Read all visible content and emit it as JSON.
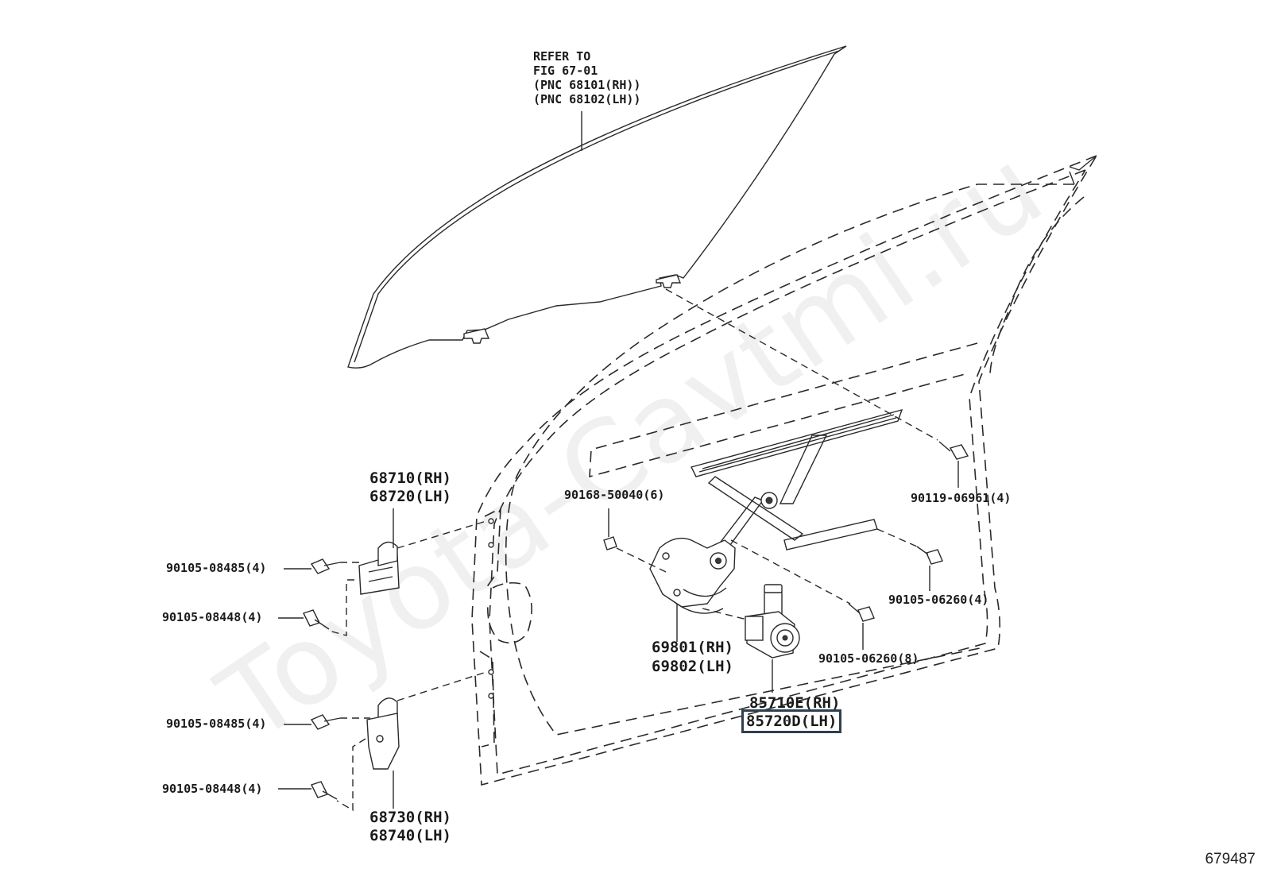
{
  "watermark": "Toyota-Cavtmi.ru",
  "figure_number": "679487",
  "reference_note": {
    "line1": "REFER TO",
    "line2": "FIG 67-01",
    "line3": "(PNC 68101(RH))",
    "line4": "(PNC 68102(LH))"
  },
  "labels": {
    "hinge_upper_rh": "68710(RH)",
    "hinge_upper_lh": "68720(LH)",
    "bolt_upper_a": "90105-08485(4)",
    "bolt_upper_b": "90105-08448(4)",
    "bolt_lower_a": "90105-08485(4)",
    "bolt_lower_b": "90105-08448(4)",
    "hinge_lower_rh": "68730(RH)",
    "hinge_lower_lh": "68740(LH)",
    "screw_regulator": "90168-50040(6)",
    "bolt_glass": "90119-06961(4)",
    "bolt_rail": "90105-06260(4)",
    "bolt_motor": "90105-06260(8)",
    "regulator_rh": "69801(RH)",
    "regulator_lh": "69802(LH)",
    "motor_rh": "85710E(RH)",
    "motor_lh": "85720D(LH)"
  },
  "highlighted_part": "85720D(LH)",
  "colors": {
    "line": "#2a2a2a",
    "highlight_border": "#2e3f4f",
    "watermark": "#f0f0f0"
  }
}
